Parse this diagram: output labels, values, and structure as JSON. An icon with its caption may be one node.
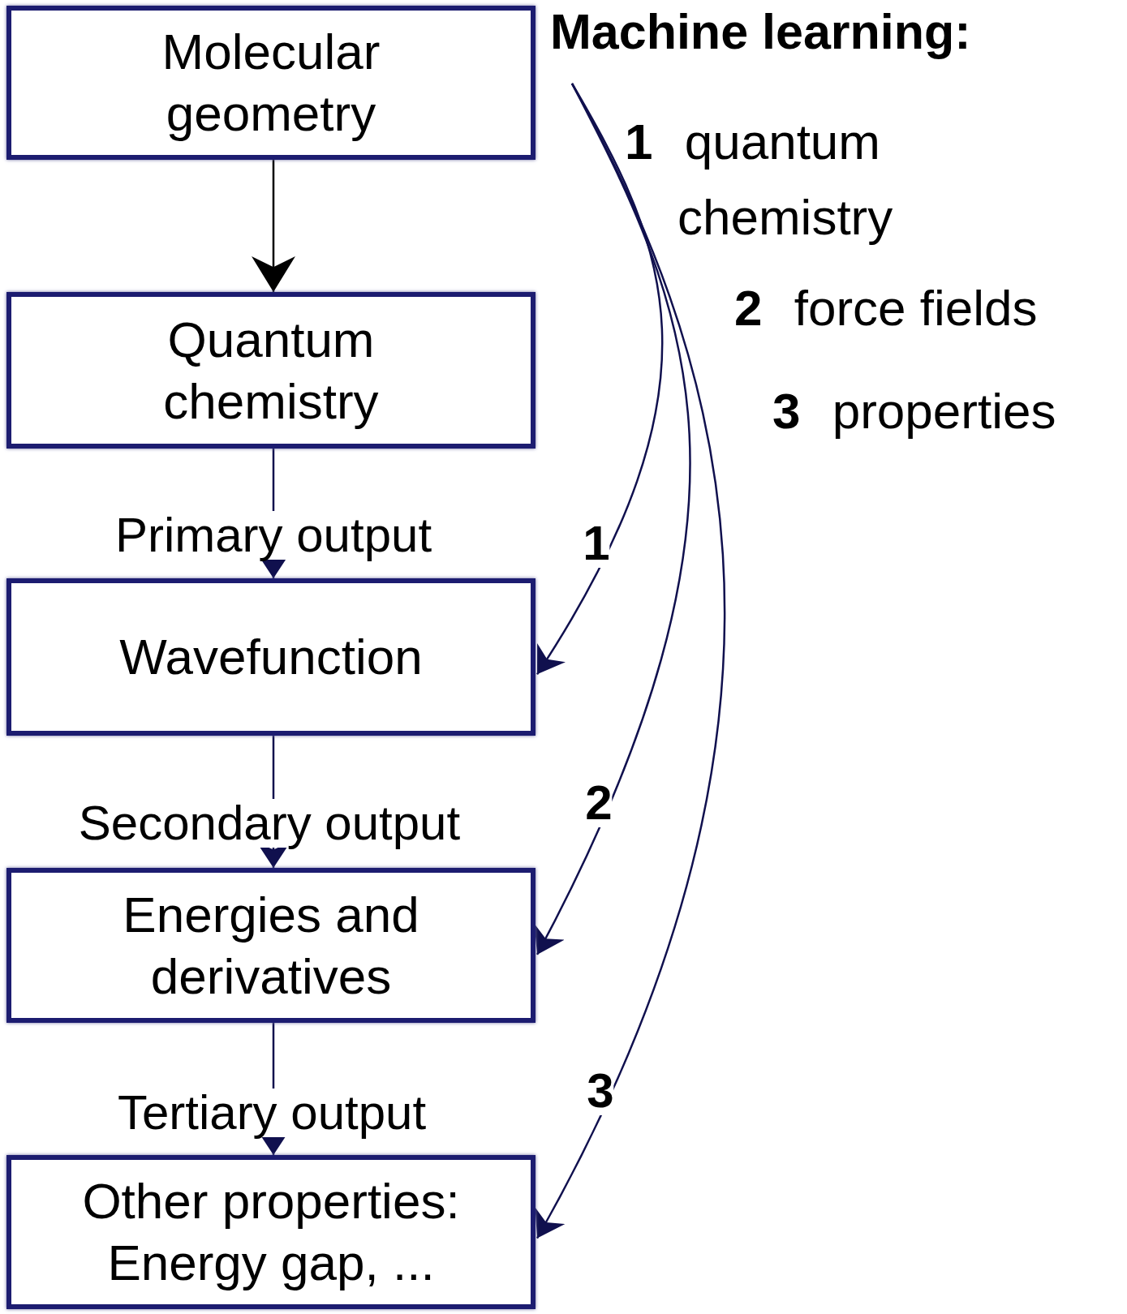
{
  "diagram": {
    "title": "Machine learning:",
    "nodes": [
      {
        "text": [
          "Molecular geometry"
        ]
      },
      {
        "text": [
          "Quantum chemistry"
        ]
      },
      {
        "text": [
          "Wavefunction"
        ]
      },
      {
        "text": [
          "Energies and derivatives"
        ]
      },
      {
        "text": [
          "Other properties: Energy gap, ..."
        ]
      }
    ],
    "edges": [
      {
        "from": 0,
        "to": 1,
        "arrow": "to",
        "color": "#000000"
      },
      {
        "from": 1,
        "to": 2,
        "arrow": "to",
        "label": "Primary output"
      },
      {
        "from": 2,
        "to": 3,
        "arrow": "to",
        "label": "Secondary output"
      },
      {
        "from": 3,
        "to": 4,
        "arrow": "to",
        "label": "Tertiary output"
      },
      {
        "from": null,
        "to": 2,
        "arrow": "to",
        "label": "1"
      },
      {
        "from": null,
        "to": 3,
        "arrow": "to",
        "label": "2"
      },
      {
        "from": null,
        "to": 4,
        "arrow": "to",
        "label": "3"
      }
    ],
    "labels": [
      "**1** quantum chemistry",
      "**2** force fields",
      "**3** properties"
    ]
  }
}
